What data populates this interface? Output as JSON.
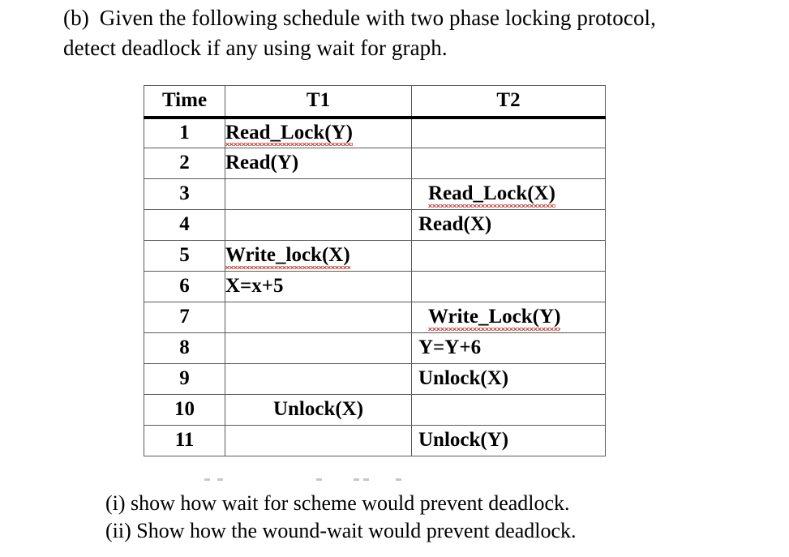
{
  "prompt": {
    "label": "(b)",
    "line1": "Given the following schedule with two phase locking protocol,",
    "line2": "detect deadlock if any using wait for graph."
  },
  "table": {
    "headers": {
      "time": "Time",
      "t1": "T1",
      "t2": "T2"
    },
    "rows": [
      {
        "time": "1",
        "t1": "Read_Lock(Y)",
        "t2": ""
      },
      {
        "time": "2",
        "t1": "Read(Y)",
        "t2": ""
      },
      {
        "time": "3",
        "t1": "",
        "t2": "Read_Lock(X)"
      },
      {
        "time": "4",
        "t1": "",
        "t2": "Read(X)"
      },
      {
        "time": "5",
        "t1": "Write_lock(X)",
        "t2": ""
      },
      {
        "time": "6",
        "t1": "X=x+5",
        "t2": ""
      },
      {
        "time": "7",
        "t1": "",
        "t2": "Write_Lock(Y)"
      },
      {
        "time": "8",
        "t1": "",
        "t2": "Y=Y+6"
      },
      {
        "time": "9",
        "t1": "",
        "t2": "Unlock(X)"
      },
      {
        "time": "10",
        "t1": "Unlock(X)",
        "t2": ""
      },
      {
        "time": "11",
        "t1": "",
        "t2": "Unlock(Y)"
      }
    ]
  },
  "subquestions": {
    "line1": "(i) show how wait for scheme would prevent deadlock.",
    "line2": "(ii) Show how the wound-wait would prevent deadlock."
  },
  "colors": {
    "spellcheck_underline": "#c0392b",
    "table_border": "#5a5a5a",
    "header_rule": "#000000",
    "text": "#000000",
    "background": "#ffffff"
  }
}
